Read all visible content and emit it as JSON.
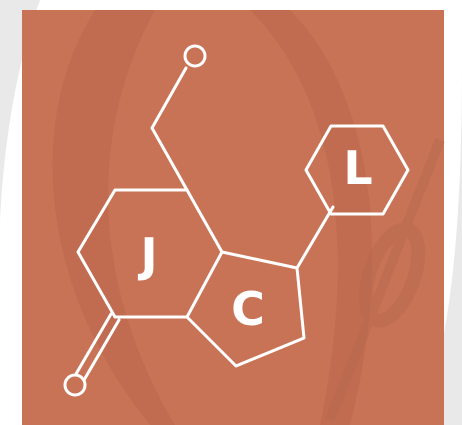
{
  "logo": {
    "letters": {
      "j": "J",
      "c": "C",
      "l": "L"
    }
  },
  "colors": {
    "page_background": "#ffffff",
    "outer_swoosh": "#e9e9e9",
    "panel": "#c97356",
    "inner_swoosh": "#b86a4f",
    "line": "#ffffff"
  }
}
